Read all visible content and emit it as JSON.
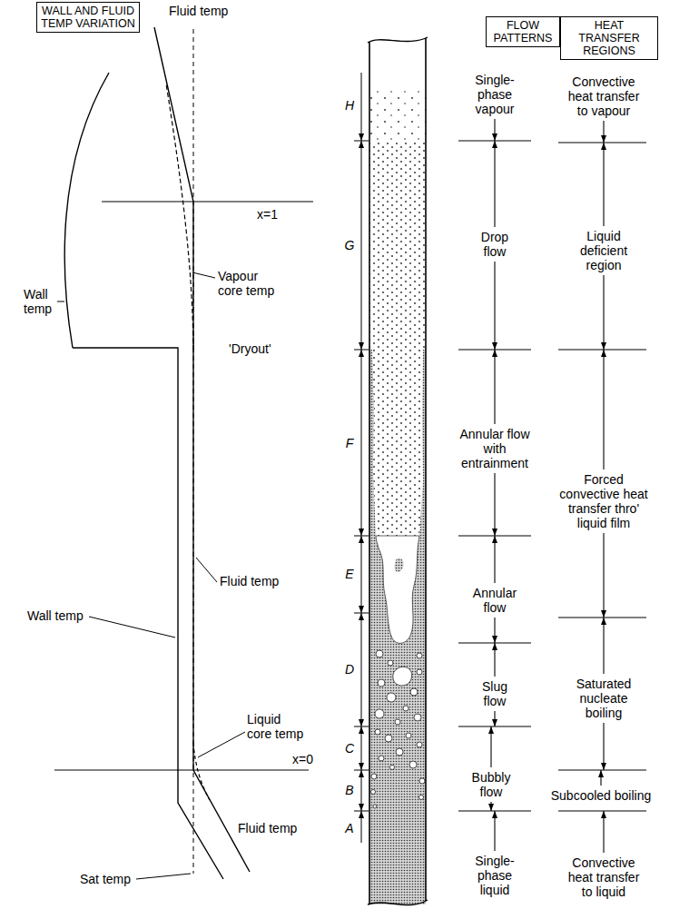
{
  "diagram": {
    "nodes": [
      {
        "text": [
          "WALL AND FLUID TEMP VARIATION"
        ]
      },
      {
        "text": [
          "FLOW PATTERNS"
        ]
      },
      {
        "text": [
          "HEAT TRANSFER REGIONS"
        ]
      }
    ],
    "labels": [
      "Fluid temp",
      "H",
      "Single-phase vapour",
      "Convective heat transfer to vapour",
      "x=1",
      "G",
      "Drop flow",
      "Liquid deficient region",
      "Wall temp",
      "Vapour core temp",
      "'Dryout'",
      "F",
      "Annular flow with entrainment",
      "Forced convective heat transfer thro' liquid film",
      "E",
      "Fluid temp",
      "Annular flow",
      "Wall temp",
      "D",
      "Saturated nucleate boiling",
      "Slug flow",
      "Liquid core temp",
      "C",
      "x=0",
      "Bubbly flow",
      "B",
      "Subcooled boiling",
      "Fluid temp",
      "A",
      "Single-phase liquid",
      "Convective heat transfer to liquid",
      "Sat temp"
    ]
  }
}
